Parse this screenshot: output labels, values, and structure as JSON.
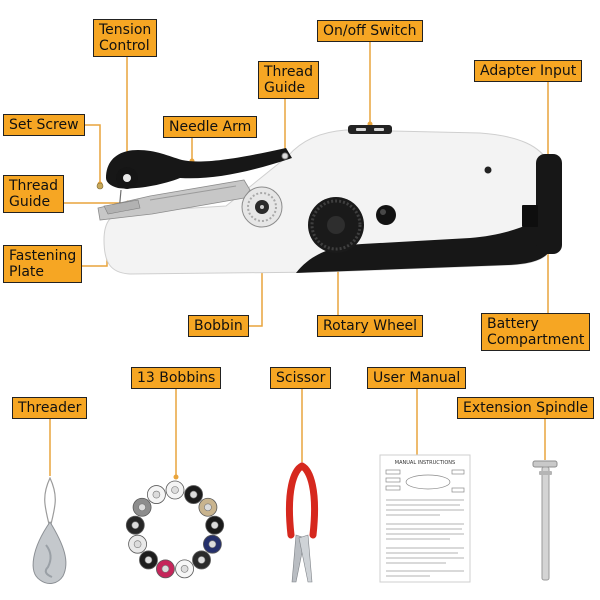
{
  "callouts": {
    "tension_control": [
      "Tension",
      "Control"
    ],
    "on_off_switch": [
      "On/off Switch"
    ],
    "thread_guide_top": [
      "Thread",
      "Guide"
    ],
    "adapter_input": [
      "Adapter Input"
    ],
    "set_screw": [
      "Set Screw"
    ],
    "needle_arm": [
      "Needle Arm"
    ],
    "thread_guide_left": [
      "Thread",
      "Guide"
    ],
    "fastening_plate": [
      "Fastening",
      "Plate"
    ],
    "bobbin": [
      "Bobbin"
    ],
    "rotary_wheel": [
      "Rotary Wheel"
    ],
    "battery_compartment": [
      "Battery",
      "Compartment"
    ],
    "bobbins_13": [
      "13 Bobbins"
    ],
    "scissor": [
      "Scissor"
    ],
    "user_manual": [
      "User Manual"
    ],
    "threader": [
      "Threader"
    ],
    "extension_spindle": [
      "Extension Spindle"
    ]
  },
  "manual": {
    "heading": "MANUAL INSTRUCTIONS"
  },
  "colors": {
    "label_fill": "#F6A623",
    "label_border": "#222222",
    "connector": "#E8A43C",
    "scissor_handle": "#D6281E",
    "bobbins": [
      "#f4f4f4",
      "#1c1c1c",
      "#c9b48e",
      "#1a1a1a",
      "#25306b",
      "#2a2a2a",
      "#f6f6f6",
      "#c5255a",
      "#1d1d1d",
      "#e9e9e9",
      "#262626",
      "#8d8d8d",
      "#f5f5f5"
    ]
  }
}
